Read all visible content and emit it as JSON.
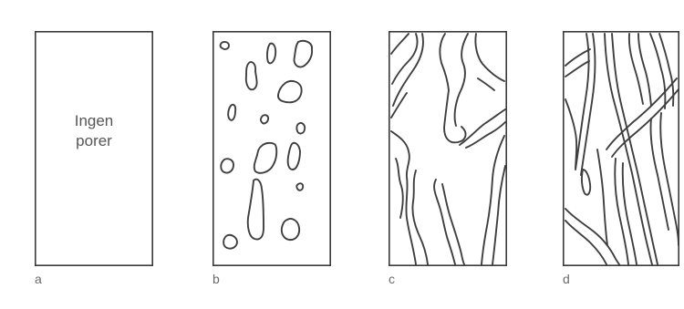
{
  "panels": [
    {
      "label": "a",
      "text_lines": [
        "Ingen",
        "porer"
      ]
    },
    {
      "label": "b"
    },
    {
      "label": "c"
    },
    {
      "label": "d"
    }
  ],
  "colors": {
    "outline": "#3a3a3a",
    "pore_line": "#3f3f3f",
    "label_text": "#6a6a6a",
    "inner_text": "#555555"
  }
}
